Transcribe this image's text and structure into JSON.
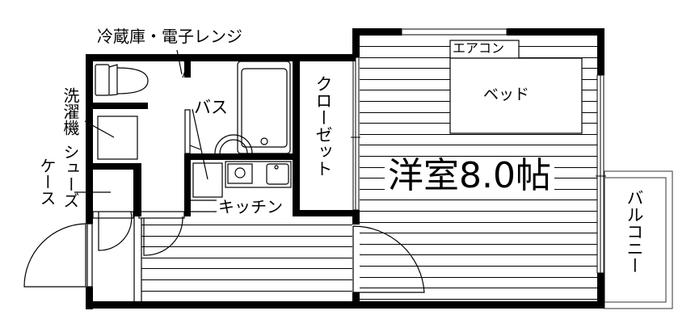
{
  "labels": {
    "fridge_microwave": "冷蔵庫・電子レンジ",
    "bath": "バス",
    "closet": "クローゼット",
    "kitchen": "キッチン",
    "washing_machine": "洗濯機",
    "shoe_case_1": "シューズ",
    "shoe_case_2": "ケース",
    "air_conditioner": "エアコン",
    "bed": "ベッド",
    "western_room": "洋室8.0帖",
    "balcony": "バルコニー"
  },
  "colors": {
    "line": "#000000",
    "background": "#ffffff"
  }
}
